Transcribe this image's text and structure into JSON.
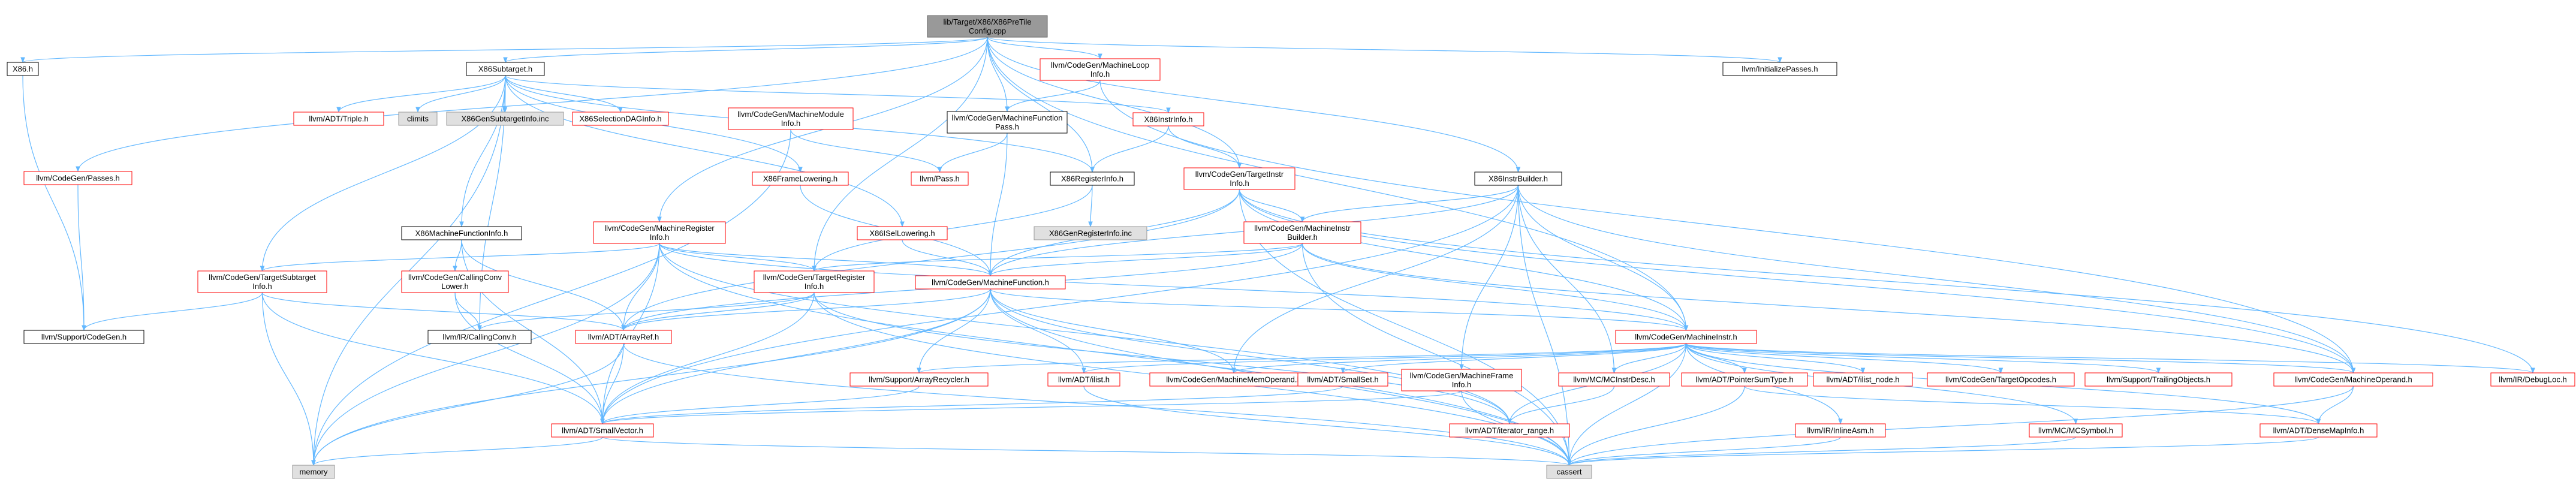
{
  "colors": {
    "edge": "#63B8FF",
    "root_fill": "#999999",
    "root_text": "#000000",
    "link_text": "#000000",
    "link_border": "#000000",
    "red_border": "#FF0000",
    "gray_fill": "#E0E0E0",
    "gray_border": "#999999"
  },
  "nodes": [
    {
      "id": "root",
      "lines": [
        "lib/Target/X86/X86PreTile",
        "Config.cpp"
      ],
      "style": "root"
    },
    {
      "id": "x86h",
      "lines": [
        "X86.h"
      ],
      "style": "link"
    },
    {
      "id": "x86subtarget",
      "lines": [
        "X86Subtarget.h"
      ],
      "style": "link"
    },
    {
      "id": "machineloopinfo",
      "lines": [
        "llvm/CodeGen/MachineLoop",
        "Info.h"
      ],
      "style": "red"
    },
    {
      "id": "initpasses",
      "lines": [
        "llvm/InitializePasses.h"
      ],
      "style": "link"
    },
    {
      "id": "codegenpasses",
      "lines": [
        "llvm/CodeGen/Passes.h"
      ],
      "style": "red"
    },
    {
      "id": "triple",
      "lines": [
        "llvm/ADT/Triple.h"
      ],
      "style": "red"
    },
    {
      "id": "climits",
      "lines": [
        "climits"
      ],
      "style": "gray"
    },
    {
      "id": "x86gensubtargetinfo",
      "lines": [
        "X86GenSubtargetInfo.inc"
      ],
      "style": "gray"
    },
    {
      "id": "x86selectiondag",
      "lines": [
        "X86SelectionDAGInfo.h"
      ],
      "style": "red"
    },
    {
      "id": "machinemoduleinfo",
      "lines": [
        "llvm/CodeGen/MachineModule",
        "Info.h"
      ],
      "style": "red"
    },
    {
      "id": "machinefunctionpass",
      "lines": [
        "llvm/CodeGen/MachineFunction",
        "Pass.h"
      ],
      "style": "link"
    },
    {
      "id": "x86instrinfo",
      "lines": [
        "X86InstrInfo.h"
      ],
      "style": "red"
    },
    {
      "id": "x86framelowering",
      "lines": [
        "X86FrameLowering.h"
      ],
      "style": "red"
    },
    {
      "id": "pass",
      "lines": [
        "llvm/Pass.h"
      ],
      "style": "red"
    },
    {
      "id": "x86registerinfo",
      "lines": [
        "X86RegisterInfo.h"
      ],
      "style": "link"
    },
    {
      "id": "targetinstrinfo",
      "lines": [
        "llvm/CodeGen/TargetInstr",
        "Info.h"
      ],
      "style": "red"
    },
    {
      "id": "x86instrbuilder",
      "lines": [
        "X86InstrBuilder.h"
      ],
      "style": "link"
    },
    {
      "id": "x86machinefunctioninfo",
      "lines": [
        "X86MachineFunctionInfo.h"
      ],
      "style": "link"
    },
    {
      "id": "machineregisterinfo",
      "lines": [
        "llvm/CodeGen/MachineRegister",
        "Info.h"
      ],
      "style": "red"
    },
    {
      "id": "x86isellowering",
      "lines": [
        "X86ISelLowering.h"
      ],
      "style": "red"
    },
    {
      "id": "x86genregisterinfo",
      "lines": [
        "X86GenRegisterInfo.inc"
      ],
      "style": "gray"
    },
    {
      "id": "machineinstrbuilder",
      "lines": [
        "llvm/CodeGen/MachineInstr",
        "Builder.h"
      ],
      "style": "red"
    },
    {
      "id": "targetsubtargetinfo",
      "lines": [
        "llvm/CodeGen/TargetSubtarget",
        "Info.h"
      ],
      "style": "red"
    },
    {
      "id": "callingconvlower",
      "lines": [
        "llvm/CodeGen/CallingConv",
        "Lower.h"
      ],
      "style": "red"
    },
    {
      "id": "targetregisterinfo",
      "lines": [
        "llvm/CodeGen/TargetRegister",
        "Info.h"
      ],
      "style": "red"
    },
    {
      "id": "machinefunction",
      "lines": [
        "llvm/CodeGen/MachineFunction.h"
      ],
      "style": "red"
    },
    {
      "id": "supportcodegen",
      "lines": [
        "llvm/Support/CodeGen.h"
      ],
      "style": "link"
    },
    {
      "id": "callingconv",
      "lines": [
        "llvm/IR/CallingConv.h"
      ],
      "style": "link"
    },
    {
      "id": "arrayref",
      "lines": [
        "llvm/ADT/ArrayRef.h"
      ],
      "style": "red"
    },
    {
      "id": "machineinstr",
      "lines": [
        "llvm/CodeGen/MachineInstr.h"
      ],
      "style": "red"
    },
    {
      "id": "arrayrecycler",
      "lines": [
        "llvm/Support/ArrayRecycler.h"
      ],
      "style": "red"
    },
    {
      "id": "ilist",
      "lines": [
        "llvm/ADT/ilist.h"
      ],
      "style": "red"
    },
    {
      "id": "machinememoperand",
      "lines": [
        "llvm/CodeGen/MachineMemOperand.h"
      ],
      "style": "red"
    },
    {
      "id": "smallset",
      "lines": [
        "llvm/ADT/SmallSet.h"
      ],
      "style": "red"
    },
    {
      "id": "machineframeinfo",
      "lines": [
        "llvm/CodeGen/MachineFrame",
        "Info.h"
      ],
      "style": "red"
    },
    {
      "id": "mcinstrdesc",
      "lines": [
        "llvm/MC/MCInstrDesc.h"
      ],
      "style": "red"
    },
    {
      "id": "pointersumtype",
      "lines": [
        "llvm/ADT/PointerSumType.h"
      ],
      "style": "red"
    },
    {
      "id": "ilistnode",
      "lines": [
        "llvm/ADT/ilist_node.h"
      ],
      "style": "red"
    },
    {
      "id": "targetopcodes",
      "lines": [
        "llvm/CodeGen/TargetOpcodes.h"
      ],
      "style": "red"
    },
    {
      "id": "trailingobjects",
      "lines": [
        "llvm/Support/TrailingObjects.h"
      ],
      "style": "red"
    },
    {
      "id": "machineoperand",
      "lines": [
        "llvm/CodeGen/MachineOperand.h"
      ],
      "style": "red"
    },
    {
      "id": "debugloc",
      "lines": [
        "llvm/IR/DebugLoc.h"
      ],
      "style": "red"
    },
    {
      "id": "smallvector",
      "lines": [
        "llvm/ADT/SmallVector.h"
      ],
      "style": "red"
    },
    {
      "id": "iteratorrange",
      "lines": [
        "llvm/ADT/iterator_range.h"
      ],
      "style": "red"
    },
    {
      "id": "inlineasm",
      "lines": [
        "llvm/IR/InlineAsm.h"
      ],
      "style": "red"
    },
    {
      "id": "mcsymbol",
      "lines": [
        "llvm/MC/MCSymbol.h"
      ],
      "style": "red"
    },
    {
      "id": "densemapinfo",
      "lines": [
        "llvm/ADT/DenseMapInfo.h"
      ],
      "style": "red"
    },
    {
      "id": "memory",
      "lines": [
        "memory"
      ],
      "style": "gray"
    },
    {
      "id": "cassert",
      "lines": [
        "cassert"
      ],
      "style": "gray"
    }
  ],
  "edges": [
    [
      "root",
      "x86h"
    ],
    [
      "root",
      "x86subtarget"
    ],
    [
      "root",
      "machineloopinfo"
    ],
    [
      "root",
      "initpasses"
    ],
    [
      "root",
      "machinefunctionpass"
    ],
    [
      "root",
      "targetinstrinfo"
    ],
    [
      "root",
      "x86instrbuilder"
    ],
    [
      "root",
      "machineinstr"
    ],
    [
      "root",
      "x86registerinfo"
    ],
    [
      "root",
      "machineregisterinfo"
    ],
    [
      "root",
      "codegenpasses"
    ],
    [
      "root",
      "targetregisterinfo"
    ],
    [
      "x86h",
      "supportcodegen"
    ],
    [
      "codegenpasses",
      "supportcodegen"
    ],
    [
      "x86subtarget",
      "triple"
    ],
    [
      "x86subtarget",
      "climits"
    ],
    [
      "x86subtarget",
      "x86gensubtargetinfo"
    ],
    [
      "x86subtarget",
      "x86selectiondag"
    ],
    [
      "x86subtarget",
      "x86framelowering"
    ],
    [
      "x86subtarget",
      "x86instrinfo"
    ],
    [
      "x86subtarget",
      "x86isellowering"
    ],
    [
      "x86subtarget",
      "targetsubtargetinfo"
    ],
    [
      "x86subtarget",
      "callingconv"
    ],
    [
      "x86subtarget",
      "memory"
    ],
    [
      "x86subtarget",
      "x86machinefunctioninfo"
    ],
    [
      "x86subtarget",
      "x86registerinfo"
    ],
    [
      "machineloopinfo",
      "machinefunctionpass"
    ],
    [
      "machineloopinfo",
      "machineoperand"
    ],
    [
      "machinemoduleinfo",
      "pass"
    ],
    [
      "machinemoduleinfo",
      "memory"
    ],
    [
      "machinefunctionpass",
      "pass"
    ],
    [
      "machinefunctionpass",
      "machinefunction"
    ],
    [
      "x86instrinfo",
      "targetinstrinfo"
    ],
    [
      "x86instrinfo",
      "x86registerinfo"
    ],
    [
      "x86framelowering",
      "machinefunction"
    ],
    [
      "x86registerinfo",
      "x86genregisterinfo"
    ],
    [
      "x86registerinfo",
      "targetregisterinfo"
    ],
    [
      "targetinstrinfo",
      "machineinstrbuilder"
    ],
    [
      "targetinstrinfo",
      "machinefunction"
    ],
    [
      "targetinstrinfo",
      "machineinstr"
    ],
    [
      "targetinstrinfo",
      "machineoperand"
    ],
    [
      "targetinstrinfo",
      "cassert"
    ],
    [
      "targetinstrinfo",
      "arrayref"
    ],
    [
      "targetinstrinfo",
      "debugloc"
    ],
    [
      "x86instrbuilder",
      "machineinstrbuilder"
    ],
    [
      "x86instrbuilder",
      "machinefunction"
    ],
    [
      "x86instrbuilder",
      "machineinstr"
    ],
    [
      "x86instrbuilder",
      "machineoperand"
    ],
    [
      "x86instrbuilder",
      "cassert"
    ],
    [
      "x86instrbuilder",
      "mcinstrdesc"
    ],
    [
      "x86instrbuilder",
      "machineframeinfo"
    ],
    [
      "x86instrbuilder",
      "machinememoperand"
    ],
    [
      "x86instrbuilder",
      "smallvector"
    ],
    [
      "x86machinefunctioninfo",
      "callingconvlower"
    ],
    [
      "x86machinefunctioninfo",
      "arrayref"
    ],
    [
      "x86machinefunctioninfo",
      "smallvector"
    ],
    [
      "machineregisterinfo",
      "arrayref"
    ],
    [
      "machineregisterinfo",
      "machinefunction"
    ],
    [
      "machineregisterinfo",
      "targetregisterinfo"
    ],
    [
      "machineregisterinfo",
      "targetsubtargetinfo"
    ],
    [
      "machineregisterinfo",
      "smallvector"
    ],
    [
      "machineregisterinfo",
      "iteratorrange"
    ],
    [
      "machineregisterinfo",
      "memory"
    ],
    [
      "machineregisterinfo",
      "cassert"
    ],
    [
      "machineregisterinfo",
      "machineinstr"
    ],
    [
      "x86isellowering",
      "machinefunction"
    ],
    [
      "machineinstrbuilder",
      "machinefunction"
    ],
    [
      "machineinstrbuilder",
      "machineinstr"
    ],
    [
      "machineinstrbuilder",
      "machineoperand"
    ],
    [
      "machineinstrbuilder",
      "cassert"
    ],
    [
      "machineinstrbuilder",
      "arrayref"
    ],
    [
      "machineinstrbuilder",
      "targetregisterinfo"
    ],
    [
      "targetsubtargetinfo",
      "supportcodegen"
    ],
    [
      "targetsubtargetinfo",
      "arrayref"
    ],
    [
      "targetsubtargetinfo",
      "smallvector"
    ],
    [
      "targetsubtargetinfo",
      "memory"
    ],
    [
      "callingconvlower",
      "callingconv"
    ],
    [
      "callingconvlower",
      "smallvector"
    ],
    [
      "targetregisterinfo",
      "arrayref"
    ],
    [
      "targetregisterinfo",
      "callingconv"
    ],
    [
      "targetregisterinfo",
      "smallvector"
    ],
    [
      "targetregisterinfo",
      "iteratorrange"
    ],
    [
      "targetregisterinfo",
      "cassert"
    ],
    [
      "machinefunction",
      "arrayref"
    ],
    [
      "machinefunction",
      "machineinstr"
    ],
    [
      "machinefunction",
      "arrayrecycler"
    ],
    [
      "machinefunction",
      "ilist"
    ],
    [
      "machinefunction",
      "machinememoperand"
    ],
    [
      "machinefunction",
      "smallvector"
    ],
    [
      "machinefunction",
      "cassert"
    ],
    [
      "machinefunction",
      "memory"
    ],
    [
      "machinefunction",
      "iteratorrange"
    ],
    [
      "arrayref",
      "smallvector"
    ],
    [
      "arrayref",
      "memory"
    ],
    [
      "arrayref",
      "cassert"
    ],
    [
      "machineinstr",
      "arrayrecycler"
    ],
    [
      "machineinstr",
      "ilist"
    ],
    [
      "machineinstr",
      "machinememoperand"
    ],
    [
      "machineinstr",
      "smallset"
    ],
    [
      "machineinstr",
      "mcinstrdesc"
    ],
    [
      "machineinstr",
      "pointersumtype"
    ],
    [
      "machineinstr",
      "ilistnode"
    ],
    [
      "machineinstr",
      "targetopcodes"
    ],
    [
      "machineinstr",
      "trailingobjects"
    ],
    [
      "machineinstr",
      "machineoperand"
    ],
    [
      "machineinstr",
      "debugloc"
    ],
    [
      "machineinstr",
      "inlineasm"
    ],
    [
      "machineinstr",
      "mcsymbol"
    ],
    [
      "machineinstr",
      "densemapinfo"
    ],
    [
      "machineinstr",
      "iteratorrange"
    ],
    [
      "machineinstr",
      "cassert"
    ],
    [
      "arrayrecycler",
      "smallvector"
    ],
    [
      "ilist",
      "cassert"
    ],
    [
      "smallset",
      "smallvector"
    ],
    [
      "machineframeinfo",
      "smallvector"
    ],
    [
      "machineframeinfo",
      "cassert"
    ],
    [
      "mcinstrdesc",
      "iteratorrange"
    ],
    [
      "pointersumtype",
      "densemapinfo"
    ],
    [
      "pointersumtype",
      "cassert"
    ],
    [
      "machineoperand",
      "densemapinfo"
    ],
    [
      "machineoperand",
      "cassert"
    ],
    [
      "smallvector",
      "memory"
    ],
    [
      "smallvector",
      "cassert"
    ],
    [
      "mcsymbol",
      "cassert"
    ],
    [
      "densemapinfo",
      "cassert"
    ],
    [
      "inlineasm",
      "cassert"
    ]
  ]
}
